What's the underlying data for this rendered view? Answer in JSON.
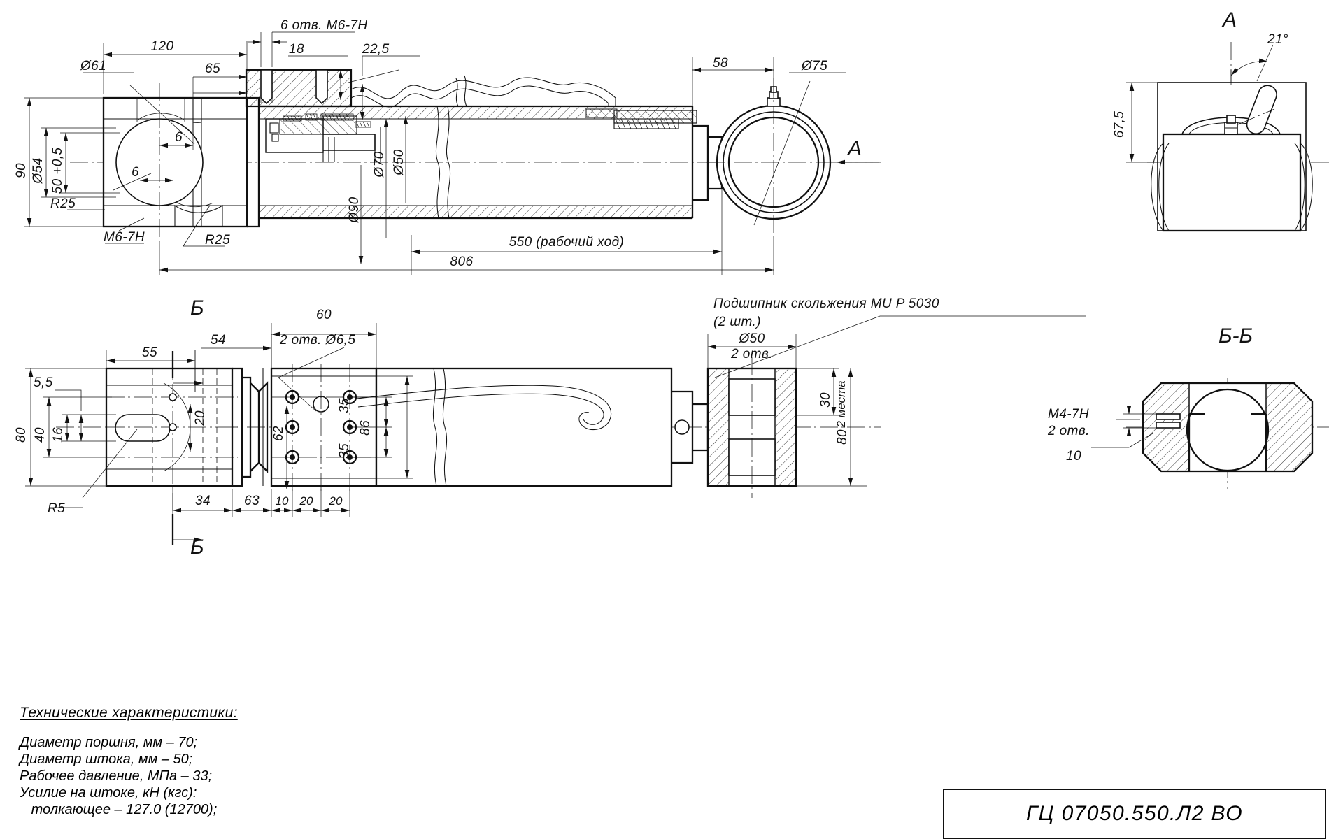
{
  "drawing": {
    "title_block": {
      "designation": "ГЦ 07050.550.Л2 ВО"
    },
    "specs": {
      "heading": "Технические характеристики:",
      "lines": [
        "Диаметр поршня, мм – 70;",
        "Диаметр штока, мм – 50;",
        "Рабочее давление, МПа – 33;",
        "Усилие на штоке, кН (кгс):",
        "   толкающее – 127.0 (12700);"
      ]
    },
    "main_view": {
      "name": "main-assembly-section-view",
      "dimensions": {
        "overall_length": "806",
        "working_stroke": "550 (рабочий ход)",
        "eye_block_length": "120",
        "port_offset": "65",
        "flange_to_end": "58",
        "thread_holes_note": "6 отв. M6-7H",
        "hole_depth": "18",
        "port_dim": "22,5",
        "eye_bore": "Ø61",
        "eye_inner": "Ø54",
        "eye_width_tol": "50 +0,5",
        "eye_height": "90",
        "eye_rad_top": "R25",
        "eye_rad_bottom": "R25",
        "eye_slot_left": "6",
        "eye_slot_right": "6",
        "eye_thread": "M6-7H",
        "barrel_od": "Ø90",
        "piston_dia": "Ø70",
        "rod_dia": "Ø50",
        "rod_eye_od": "Ø75"
      },
      "section_marker": "A"
    },
    "view_a": {
      "label": "A",
      "angle": "21°",
      "height": "67,5"
    },
    "bottom_view": {
      "name": "plan-view",
      "dimensions": {
        "height_overall": "80",
        "height_mid": "40",
        "height_slot": "16",
        "offset_small": "5,5",
        "front_len": "55",
        "to_flange": "54",
        "plate_len": "60",
        "holes_note": "2 отв. Ø6,5",
        "pitch_a": "35",
        "pitch_b": "35",
        "plate_width": "86",
        "angle_dim": "20",
        "seg_34": "34",
        "seg_63": "63",
        "seg_10": "10",
        "seg_20a": "20",
        "seg_20b": "20",
        "rad_slot": "R5",
        "pitch_62": "62",
        "bearing_note_line1": "Подшипник скольжения MU P 5030",
        "bearing_note_line2": "(2 шт.)",
        "bore_note_line1": "Ø50",
        "bore_note_line2": "2 отв.",
        "bore_depth": "30",
        "bore_places": "2 места",
        "eye_width": "80"
      },
      "section_marker_top": "Б",
      "section_marker_bottom": "Б"
    },
    "view_bb": {
      "label": "Б-Б",
      "thread_note_line1": "M4-7H",
      "thread_note_line2": "2 отв.",
      "depth": "10"
    }
  }
}
